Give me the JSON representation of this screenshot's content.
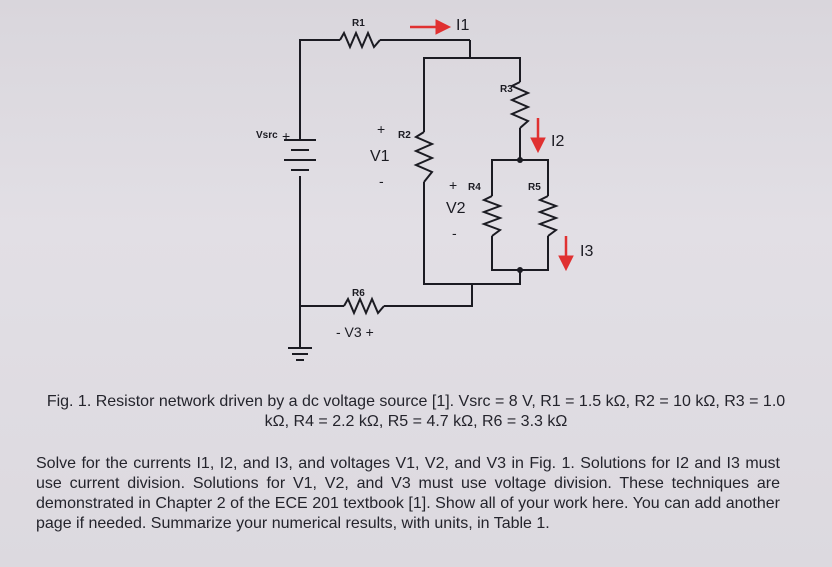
{
  "circuit": {
    "labels": {
      "r1": "R1",
      "r2": "R2",
      "r3": "R3",
      "r4": "R4",
      "r5": "R5",
      "r6": "R6",
      "vsrc": "Vsrc",
      "vsrc_plus": "+",
      "v1": "V1",
      "v1_plus": "+",
      "v1_minus": "-",
      "v2": "V2",
      "v2_plus": "+",
      "v2_minus": "-",
      "v3": "- V3 +",
      "i1": "I1",
      "i2": "I2",
      "i3": "I3"
    },
    "colors": {
      "wire": "#1b1b22",
      "arrow": "#e03131"
    }
  },
  "caption": "Fig. 1. Resistor network driven by a dc voltage source [1]. Vsrc = 8 V, R1 = 1.5 kΩ, R2 = 10 kΩ, R3 = 1.0 kΩ, R4 = 2.2 kΩ, R5 = 4.7 kΩ, R6 = 3.3 kΩ",
  "problem": "Solve for the currents I1, I2, and I3, and voltages V1, V2, and V3 in Fig. 1. Solutions for I2 and I3 must use current division. Solutions for V1, V2, and V3 must use voltage division. These techniques are demonstrated in Chapter 2 of the ECE 201 textbook [1]. Show all of your work here. You can add another page if needed. Summarize your numerical results, with units, in Table 1."
}
